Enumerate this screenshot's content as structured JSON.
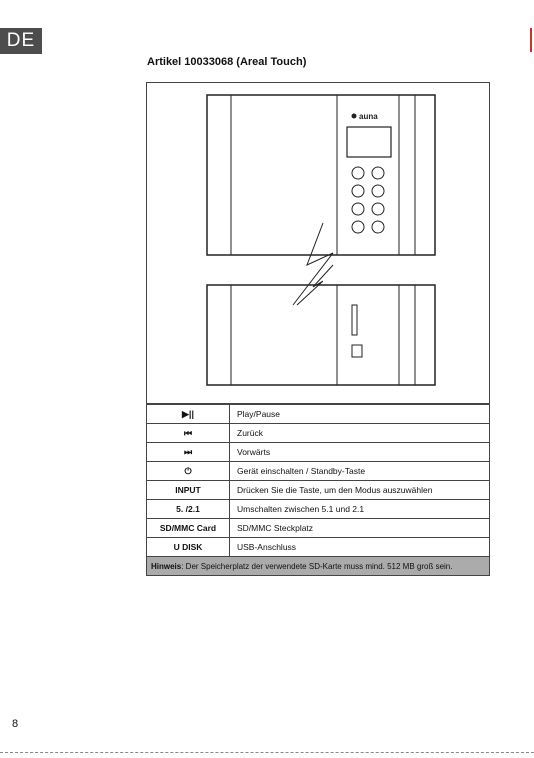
{
  "language_tab": "DE",
  "article_title": "Artikel 10033068 (Areal Touch)",
  "figure": {
    "brand_logo": "auna"
  },
  "table": {
    "rows": [
      {
        "key_icon": "play-pause-icon",
        "key_glyph": "▶||",
        "value": "Play/Pause"
      },
      {
        "key_icon": "previous-icon",
        "key_glyph": "⏮",
        "value": "Zurück"
      },
      {
        "key_icon": "next-icon",
        "key_glyph": "⏭",
        "value": "Vorwärts"
      },
      {
        "key_icon": "power-icon",
        "key_glyph": "⏻",
        "value": "Gerät einschalten / Standby-Taste"
      },
      {
        "key": "INPUT",
        "value": "Drücken Sie die Taste, um den Modus auszuwählen"
      },
      {
        "key": "5.  /2.1",
        "value": "Umschalten zwischen 5.1 und 2.1"
      },
      {
        "key": "SD/MMC Card",
        "value": "SD/MMC Steckplatz"
      },
      {
        "key": "U DISK",
        "value": "USB-Anschluss"
      }
    ],
    "note": {
      "label": "Hinweis",
      "text": ": Der Speicherplatz der verwendete SD-Karte muss mind. 512 MB groß sein."
    }
  },
  "page_number": "8"
}
